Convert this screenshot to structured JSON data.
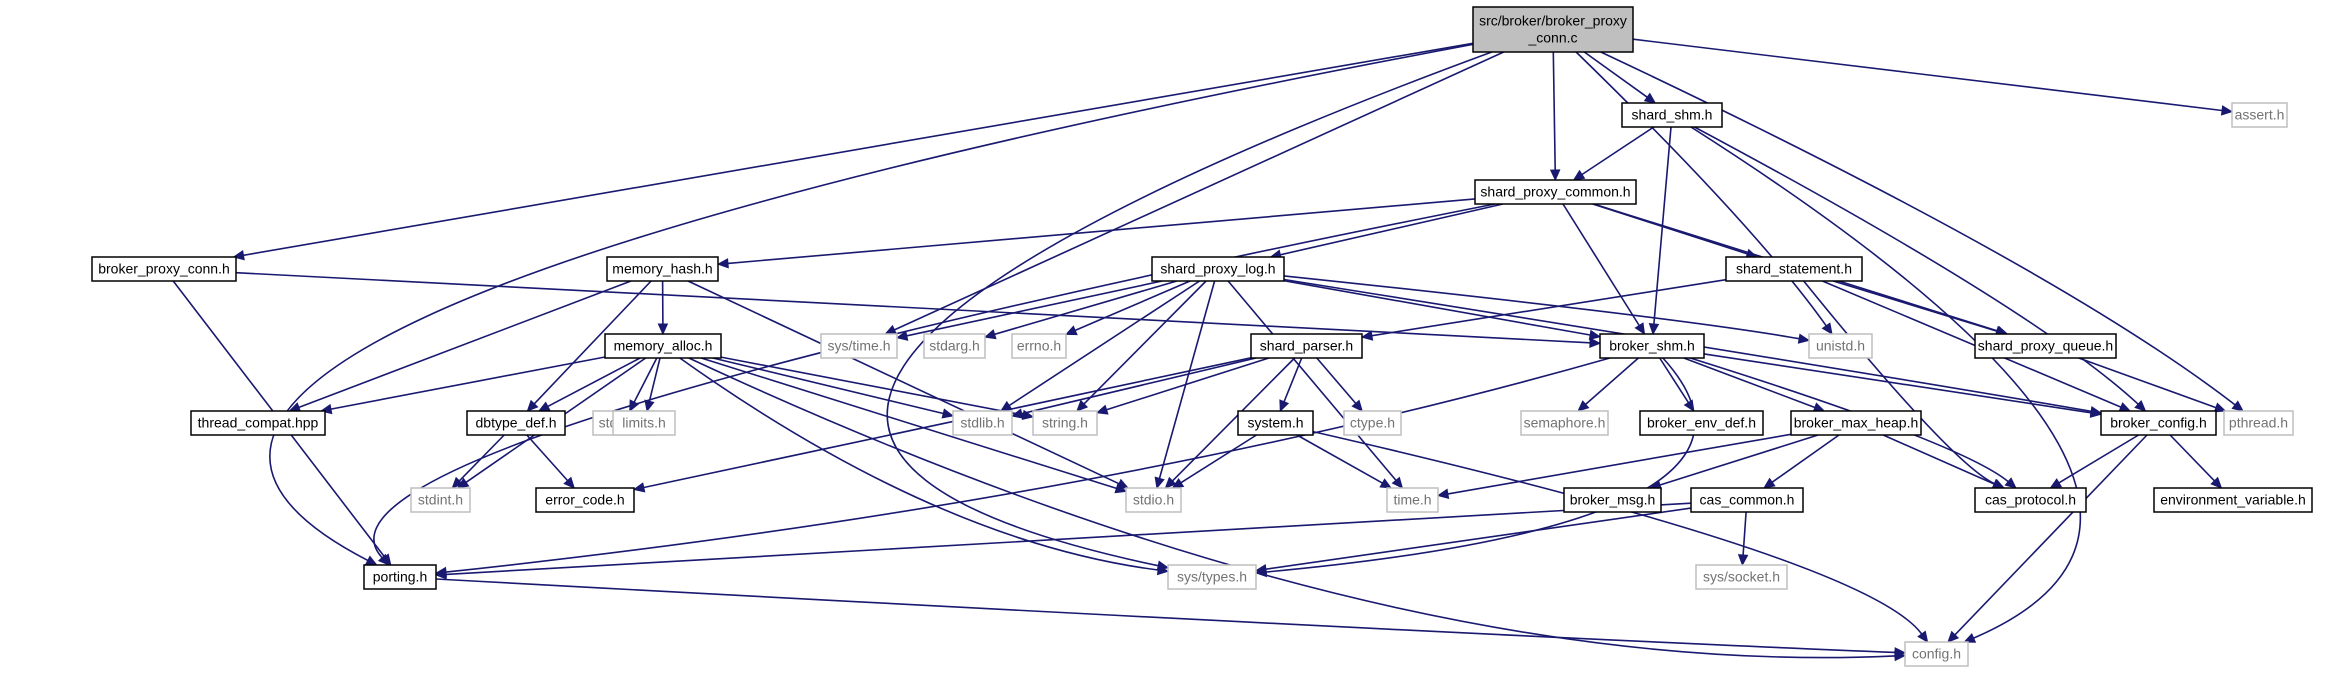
{
  "colors": {
    "edge": "#191970",
    "root_fill": "#bfbfbf",
    "root_stroke": "#000000",
    "documented_stroke": "#000000",
    "undocumented_stroke": "#bfbfbf",
    "node_fill": "#ffffff",
    "documented_text": "#000000",
    "undocumented_text": "#737373"
  },
  "nodes": [
    {
      "id": "root",
      "lines": [
        "src/broker/broker_proxy",
        "_conn.c"
      ],
      "kind": "root"
    },
    {
      "id": "shard_shm_h",
      "lines": [
        "shard_shm.h"
      ],
      "kind": "documented"
    },
    {
      "id": "assert_h",
      "lines": [
        "assert.h"
      ],
      "kind": "undocumented"
    },
    {
      "id": "shard_proxy_common_h",
      "lines": [
        "shard_proxy_common.h"
      ],
      "kind": "documented"
    },
    {
      "id": "broker_proxy_conn_h",
      "lines": [
        "broker_proxy_conn.h"
      ],
      "kind": "documented"
    },
    {
      "id": "memory_hash_h",
      "lines": [
        "memory_hash.h"
      ],
      "kind": "documented"
    },
    {
      "id": "shard_proxy_log_h",
      "lines": [
        "shard_proxy_log.h"
      ],
      "kind": "documented"
    },
    {
      "id": "shard_statement_h",
      "lines": [
        "shard_statement.h"
      ],
      "kind": "documented"
    },
    {
      "id": "sys_time_h",
      "lines": [
        "sys/time.h"
      ],
      "kind": "undocumented"
    },
    {
      "id": "stdarg_h",
      "lines": [
        "stdarg.h"
      ],
      "kind": "undocumented"
    },
    {
      "id": "errno_h",
      "lines": [
        "errno.h"
      ],
      "kind": "undocumented"
    },
    {
      "id": "shard_parser_h",
      "lines": [
        "shard_parser.h"
      ],
      "kind": "documented"
    },
    {
      "id": "broker_shm_h",
      "lines": [
        "broker_shm.h"
      ],
      "kind": "documented"
    },
    {
      "id": "unistd_h",
      "lines": [
        "unistd.h"
      ],
      "kind": "undocumented"
    },
    {
      "id": "shard_proxy_queue_h",
      "lines": [
        "shard_proxy_queue.h"
      ],
      "kind": "documented"
    },
    {
      "id": "memory_alloc_h",
      "lines": [
        "memory_alloc.h"
      ],
      "kind": "documented"
    },
    {
      "id": "thread_compat_hpp",
      "lines": [
        "thread_compat.hpp"
      ],
      "kind": "documented"
    },
    {
      "id": "dbtype_def_h",
      "lines": [
        "dbtype_def.h"
      ],
      "kind": "documented"
    },
    {
      "id": "stddef_h",
      "lines": [
        "stddef.h"
      ],
      "kind": "undocumented"
    },
    {
      "id": "limits_h",
      "lines": [
        "limits.h"
      ],
      "kind": "undocumented"
    },
    {
      "id": "stdlib_h",
      "lines": [
        "stdlib.h"
      ],
      "kind": "undocumented"
    },
    {
      "id": "string_h",
      "lines": [
        "string.h"
      ],
      "kind": "undocumented"
    },
    {
      "id": "system_h",
      "lines": [
        "system.h"
      ],
      "kind": "documented"
    },
    {
      "id": "ctype_h",
      "lines": [
        "ctype.h"
      ],
      "kind": "undocumented"
    },
    {
      "id": "semaphore_h",
      "lines": [
        "semaphore.h"
      ],
      "kind": "undocumented"
    },
    {
      "id": "broker_env_def_h",
      "lines": [
        "broker_env_def.h"
      ],
      "kind": "documented"
    },
    {
      "id": "broker_max_heap_h",
      "lines": [
        "broker_max_heap.h"
      ],
      "kind": "documented"
    },
    {
      "id": "broker_config_h",
      "lines": [
        "broker_config.h"
      ],
      "kind": "documented"
    },
    {
      "id": "pthread_h",
      "lines": [
        "pthread.h"
      ],
      "kind": "undocumented"
    },
    {
      "id": "stdint_h",
      "lines": [
        "stdint.h"
      ],
      "kind": "undocumented"
    },
    {
      "id": "error_code_h",
      "lines": [
        "error_code.h"
      ],
      "kind": "documented"
    },
    {
      "id": "stdio_h",
      "lines": [
        "stdio.h"
      ],
      "kind": "undocumented"
    },
    {
      "id": "time_h",
      "lines": [
        "time.h"
      ],
      "kind": "undocumented"
    },
    {
      "id": "broker_msg_h",
      "lines": [
        "broker_msg.h"
      ],
      "kind": "documented"
    },
    {
      "id": "cas_common_h",
      "lines": [
        "cas_common.h"
      ],
      "kind": "documented"
    },
    {
      "id": "cas_protocol_h",
      "lines": [
        "cas_protocol.h"
      ],
      "kind": "documented"
    },
    {
      "id": "environment_variable_h",
      "lines": [
        "environment_variable.h"
      ],
      "kind": "documented"
    },
    {
      "id": "porting_h",
      "lines": [
        "porting.h"
      ],
      "kind": "documented"
    },
    {
      "id": "sys_types_h",
      "lines": [
        "sys/types.h"
      ],
      "kind": "undocumented"
    },
    {
      "id": "sys_socket_h",
      "lines": [
        "sys/socket.h"
      ],
      "kind": "undocumented"
    },
    {
      "id": "config_h",
      "lines": [
        "config.h"
      ],
      "kind": "undocumented"
    }
  ],
  "edges": [
    [
      "root",
      "shard_shm_h"
    ],
    [
      "root",
      "assert_h"
    ],
    [
      "root",
      "shard_proxy_common_h"
    ],
    [
      "root",
      "broker_proxy_conn_h"
    ],
    [
      "root",
      "sys_time_h"
    ],
    [
      "root",
      "unistd_h"
    ],
    [
      "root",
      "pthread_h"
    ],
    [
      "root",
      "porting_h"
    ],
    [
      "root",
      "sys_types_h"
    ],
    [
      "shard_shm_h",
      "shard_proxy_common_h"
    ],
    [
      "shard_shm_h",
      "broker_shm_h"
    ],
    [
      "shard_shm_h",
      "broker_config_h"
    ],
    [
      "shard_shm_h",
      "config_h"
    ],
    [
      "shard_proxy_common_h",
      "memory_hash_h"
    ],
    [
      "shard_proxy_common_h",
      "shard_proxy_log_h"
    ],
    [
      "shard_proxy_common_h",
      "shard_statement_h"
    ],
    [
      "shard_proxy_common_h",
      "shard_proxy_queue_h"
    ],
    [
      "shard_proxy_common_h",
      "broker_shm_h"
    ],
    [
      "shard_proxy_common_h",
      "porting_h"
    ],
    [
      "broker_proxy_conn_h",
      "broker_shm_h"
    ],
    [
      "broker_proxy_conn_h",
      "porting_h"
    ],
    [
      "memory_hash_h",
      "memory_alloc_h"
    ],
    [
      "memory_hash_h",
      "thread_compat_hpp"
    ],
    [
      "memory_hash_h",
      "dbtype_def_h"
    ],
    [
      "memory_hash_h",
      "stdio_h"
    ],
    [
      "shard_proxy_log_h",
      "sys_time_h"
    ],
    [
      "shard_proxy_log_h",
      "stdarg_h"
    ],
    [
      "shard_proxy_log_h",
      "errno_h"
    ],
    [
      "shard_proxy_log_h",
      "broker_shm_h"
    ],
    [
      "shard_proxy_log_h",
      "unistd_h"
    ],
    [
      "shard_proxy_log_h",
      "stdlib_h"
    ],
    [
      "shard_proxy_log_h",
      "string_h"
    ],
    [
      "shard_proxy_log_h",
      "stdio_h"
    ],
    [
      "shard_proxy_log_h",
      "time_h"
    ],
    [
      "shard_proxy_log_h",
      "broker_config_h"
    ],
    [
      "shard_statement_h",
      "shard_parser_h"
    ],
    [
      "shard_statement_h",
      "shard_proxy_queue_h"
    ],
    [
      "shard_statement_h",
      "broker_config_h"
    ],
    [
      "shard_statement_h",
      "cas_protocol_h"
    ],
    [
      "shard_parser_h",
      "system_h"
    ],
    [
      "shard_parser_h",
      "ctype_h"
    ],
    [
      "shard_parser_h",
      "stdlib_h"
    ],
    [
      "shard_parser_h",
      "string_h"
    ],
    [
      "shard_parser_h",
      "stdio_h"
    ],
    [
      "shard_parser_h",
      "error_code_h"
    ],
    [
      "broker_shm_h",
      "semaphore_h"
    ],
    [
      "broker_shm_h",
      "broker_env_def_h"
    ],
    [
      "broker_shm_h",
      "broker_max_heap_h"
    ],
    [
      "broker_shm_h",
      "broker_config_h"
    ],
    [
      "broker_shm_h",
      "cas_protocol_h"
    ],
    [
      "broker_shm_h",
      "porting_h"
    ],
    [
      "broker_shm_h",
      "sys_types_h"
    ],
    [
      "shard_proxy_queue_h",
      "pthread_h"
    ],
    [
      "memory_alloc_h",
      "thread_compat_hpp"
    ],
    [
      "memory_alloc_h",
      "dbtype_def_h"
    ],
    [
      "memory_alloc_h",
      "stddef_h"
    ],
    [
      "memory_alloc_h",
      "limits_h"
    ],
    [
      "memory_alloc_h",
      "stdlib_h"
    ],
    [
      "memory_alloc_h",
      "string_h"
    ],
    [
      "memory_alloc_h",
      "stdint_h"
    ],
    [
      "memory_alloc_h",
      "stdio_h"
    ],
    [
      "memory_alloc_h",
      "sys_types_h"
    ],
    [
      "memory_alloc_h",
      "config_h"
    ],
    [
      "dbtype_def_h",
      "stdint_h"
    ],
    [
      "dbtype_def_h",
      "error_code_h"
    ],
    [
      "system_h",
      "stdio_h"
    ],
    [
      "system_h",
      "time_h"
    ],
    [
      "system_h",
      "config_h"
    ],
    [
      "broker_max_heap_h",
      "broker_msg_h"
    ],
    [
      "broker_max_heap_h",
      "cas_common_h"
    ],
    [
      "broker_max_heap_h",
      "cas_protocol_h"
    ],
    [
      "broker_max_heap_h",
      "time_h"
    ],
    [
      "cas_common_h",
      "porting_h"
    ],
    [
      "cas_common_h",
      "sys_types_h"
    ],
    [
      "cas_common_h",
      "sys_socket_h"
    ],
    [
      "broker_config_h",
      "cas_protocol_h"
    ],
    [
      "broker_config_h",
      "environment_variable_h"
    ],
    [
      "broker_config_h",
      "config_h"
    ],
    [
      "porting_h",
      "config_h"
    ]
  ]
}
